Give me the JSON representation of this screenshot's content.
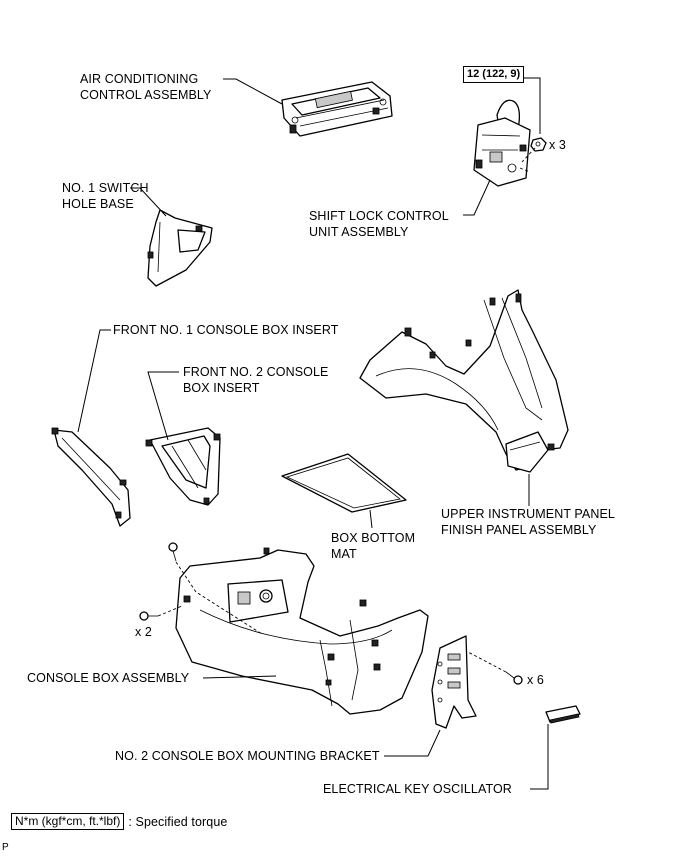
{
  "labels": {
    "ac_control_line1": "AIR CONDITIONING",
    "ac_control_line2": "CONTROL ASSEMBLY",
    "switch_base_line1": "NO. 1 SWITCH",
    "switch_base_line2": "HOLE BASE",
    "shift_lock_line1": "SHIFT LOCK CONTROL",
    "shift_lock_line2": "UNIT ASSEMBLY",
    "front_no1_insert": "FRONT NO. 1 CONSOLE BOX INSERT",
    "front_no2_line1": "FRONT NO. 2 CONSOLE",
    "front_no2_line2": "BOX INSERT",
    "box_mat_line1": "BOX BOTTOM",
    "box_mat_line2": "MAT",
    "upper_panel_line1": "UPPER INSTRUMENT PANEL",
    "upper_panel_line2": "FINISH PANEL ASSEMBLY",
    "console_box": "CONSOLE BOX ASSEMBLY",
    "mounting_bracket": "NO. 2 CONSOLE BOX MOUNTING BRACKET",
    "key_oscillator": "ELECTRICAL KEY OSCILLATOR"
  },
  "torque": {
    "value": "12 (122, 9)"
  },
  "quantities": {
    "shift_lock_nuts": "x 3",
    "console_screws": "x 2",
    "bracket_screws": "x 6"
  },
  "legend": {
    "unit_box": "N*m (kgf*cm, ft.*lbf)",
    "description": ": Specified torque"
  },
  "footer": {
    "code": "P"
  }
}
